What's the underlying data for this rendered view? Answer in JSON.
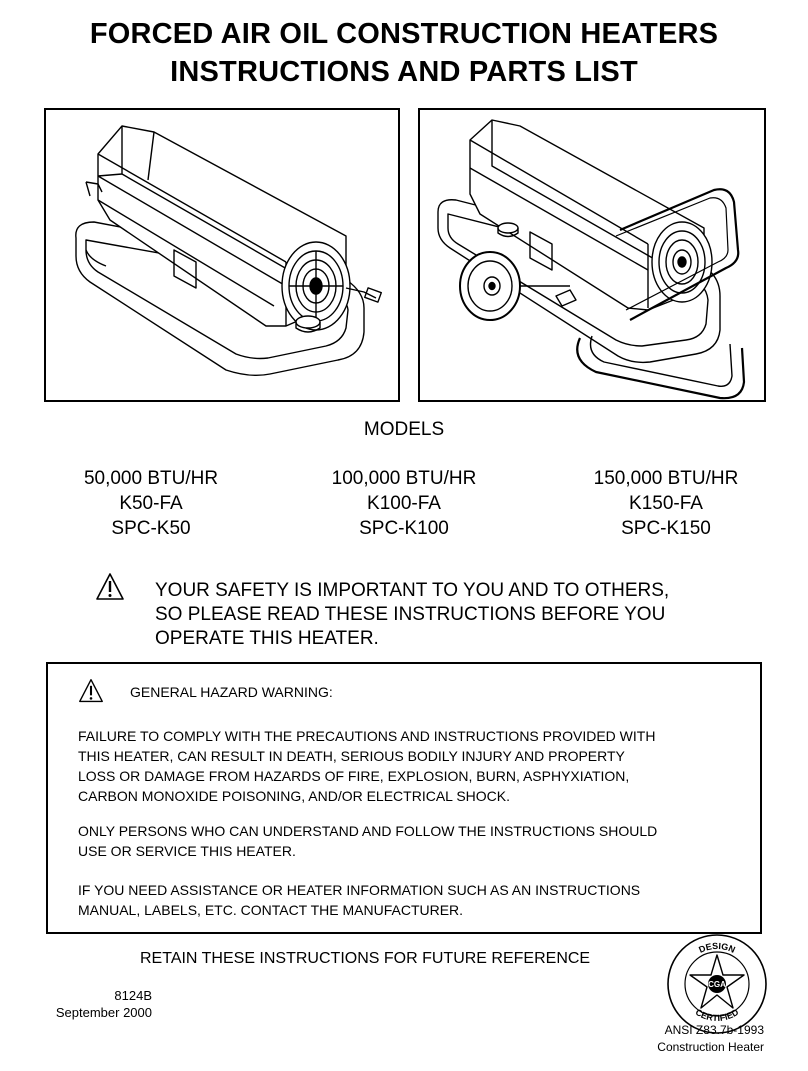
{
  "header": {
    "title_line1": "FORCED AIR OIL CONSTRUCTION HEATERS",
    "title_line2": "INSTRUCTIONS AND PARTS LIST"
  },
  "models": {
    "label": "MODELS",
    "columns": [
      {
        "btu": "50,000 BTU/HR",
        "model": "K50-FA",
        "alt_model": "SPC-K50"
      },
      {
        "btu": "100,000 BTU/HR",
        "model": "K100-FA",
        "alt_model": "SPC-K100"
      },
      {
        "btu": "150,000 BTU/HR",
        "model": "K150-FA",
        "alt_model": "SPC-K150"
      }
    ]
  },
  "safety_notice": {
    "lines": [
      "YOUR SAFETY IS IMPORTANT TO YOU  AND TO OTHERS,",
      "SO PLEASE READ THESE INSTRUCTIONS BEFORE YOU",
      "OPERATE THIS HEATER."
    ]
  },
  "hazard_warning": {
    "title": "GENERAL HAZARD WARNING:",
    "paragraph1": [
      "FAILURE TO COMPLY WITH THE PRECAUTIONS AND INSTRUCTIONS PROVIDED WITH",
      "THIS HEATER, CAN RESULT IN DEATH, SERIOUS BODILY INJURY AND PROPERTY",
      "LOSS OR DAMAGE FROM HAZARDS OF FIRE, EXPLOSION, BURN, ASPHYXIATION,",
      "CARBON MONOXIDE POISONING, AND/OR ELECTRICAL SHOCK."
    ],
    "paragraph2": [
      "ONLY PERSONS WHO CAN UNDERSTAND AND FOLLOW THE INSTRUCTIONS SHOULD",
      "USE OR SERVICE THIS HEATER."
    ],
    "paragraph3": [
      "IF YOU NEED ASSISTANCE OR HEATER INFORMATION SUCH AS AN INSTRUCTIONS",
      "MANUAL, LABELS, ETC. CONTACT THE MANUFACTURER."
    ]
  },
  "footer": {
    "retain": "RETAIN THESE INSTRUCTIONS FOR FUTURE REFERENCE",
    "doc_number": "8124B",
    "doc_date": "September  2000",
    "standard_line1": "ANSI Z83.7b-1993",
    "standard_line2": "Construction Heater",
    "seal": {
      "top_text": "DESIGN",
      "bottom_text": "CERTIFIED",
      "center_text": "CGA"
    }
  },
  "icons": {
    "warning": "warning-triangle-icon"
  }
}
